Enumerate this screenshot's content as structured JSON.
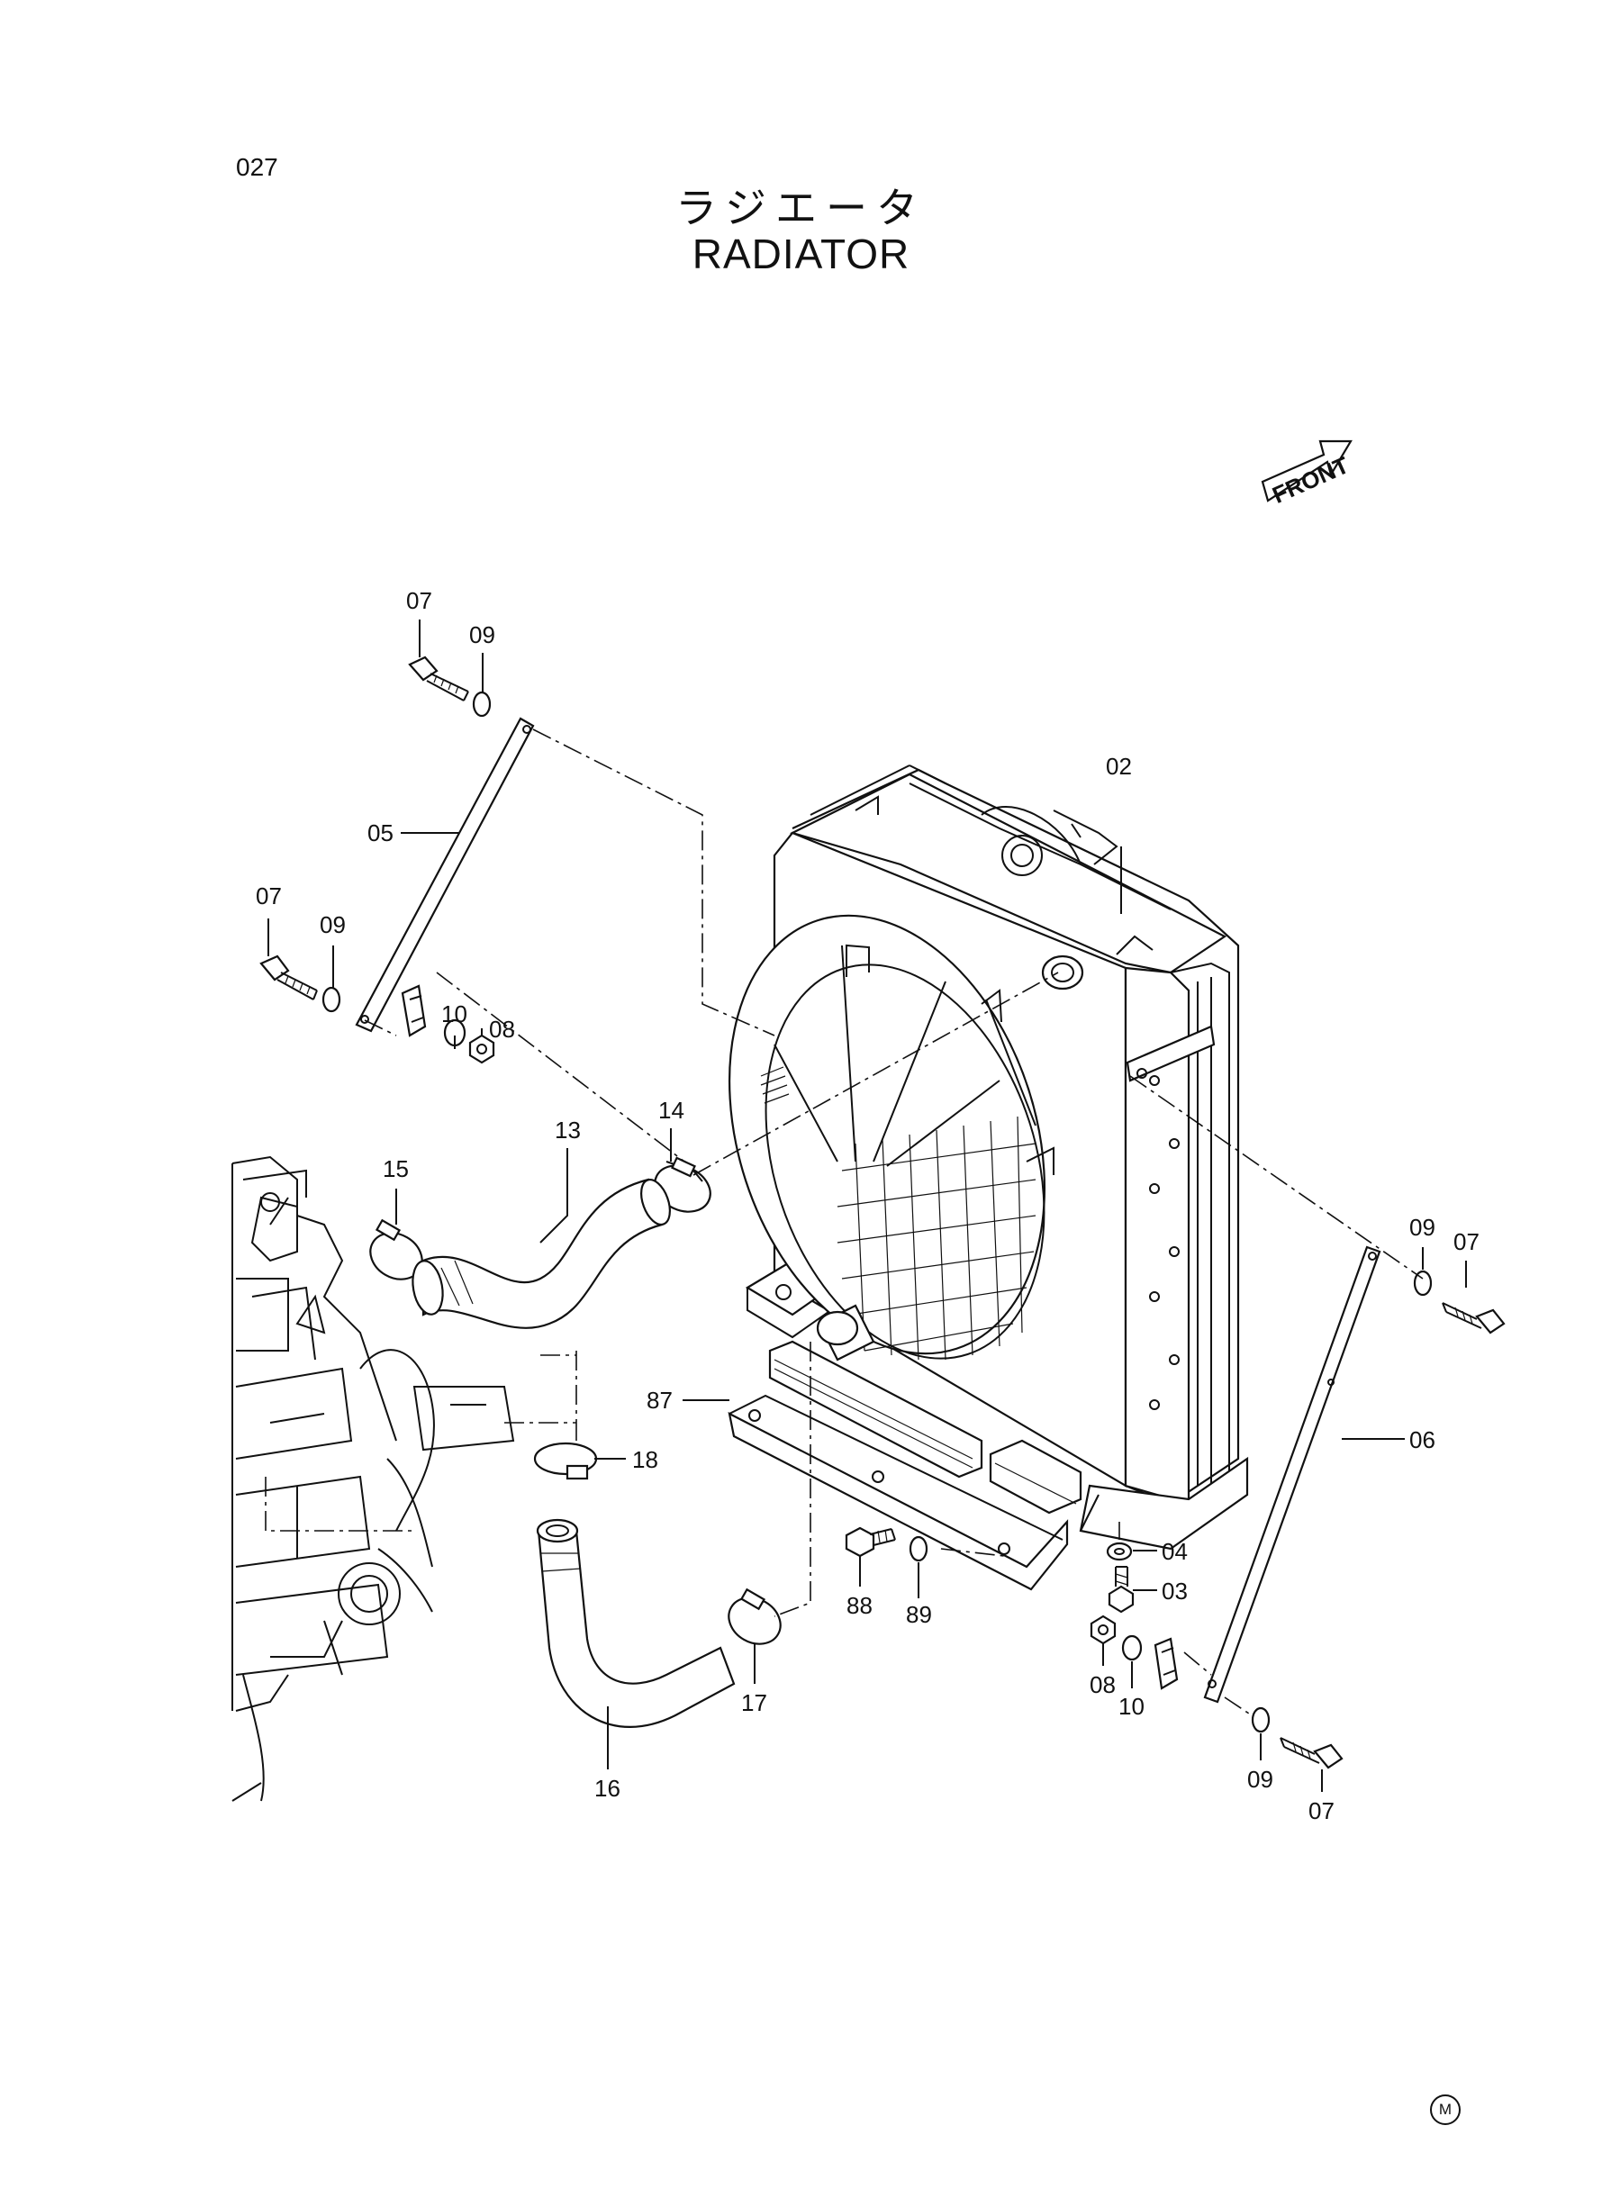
{
  "header": {
    "page_number": "027",
    "title_jp": "ラジエータ",
    "title_en": "RADIATOR"
  },
  "front_indicator": {
    "label": "FRONT",
    "icon": "front-arrow-icon"
  },
  "callouts": [
    {
      "id": "07"
    },
    {
      "id": "09"
    },
    {
      "id": "02"
    },
    {
      "id": "05"
    },
    {
      "id": "07"
    },
    {
      "id": "09"
    },
    {
      "id": "10"
    },
    {
      "id": "08"
    },
    {
      "id": "14"
    },
    {
      "id": "13"
    },
    {
      "id": "15"
    },
    {
      "id": "09"
    },
    {
      "id": "07"
    },
    {
      "id": "87"
    },
    {
      "id": "18"
    },
    {
      "id": "06"
    },
    {
      "id": "04"
    },
    {
      "id": "03"
    },
    {
      "id": "88"
    },
    {
      "id": "89"
    },
    {
      "id": "08"
    },
    {
      "id": "10"
    },
    {
      "id": "17"
    },
    {
      "id": "16"
    },
    {
      "id": "09"
    },
    {
      "id": "07"
    }
  ],
  "footer": {
    "marker": "M"
  }
}
